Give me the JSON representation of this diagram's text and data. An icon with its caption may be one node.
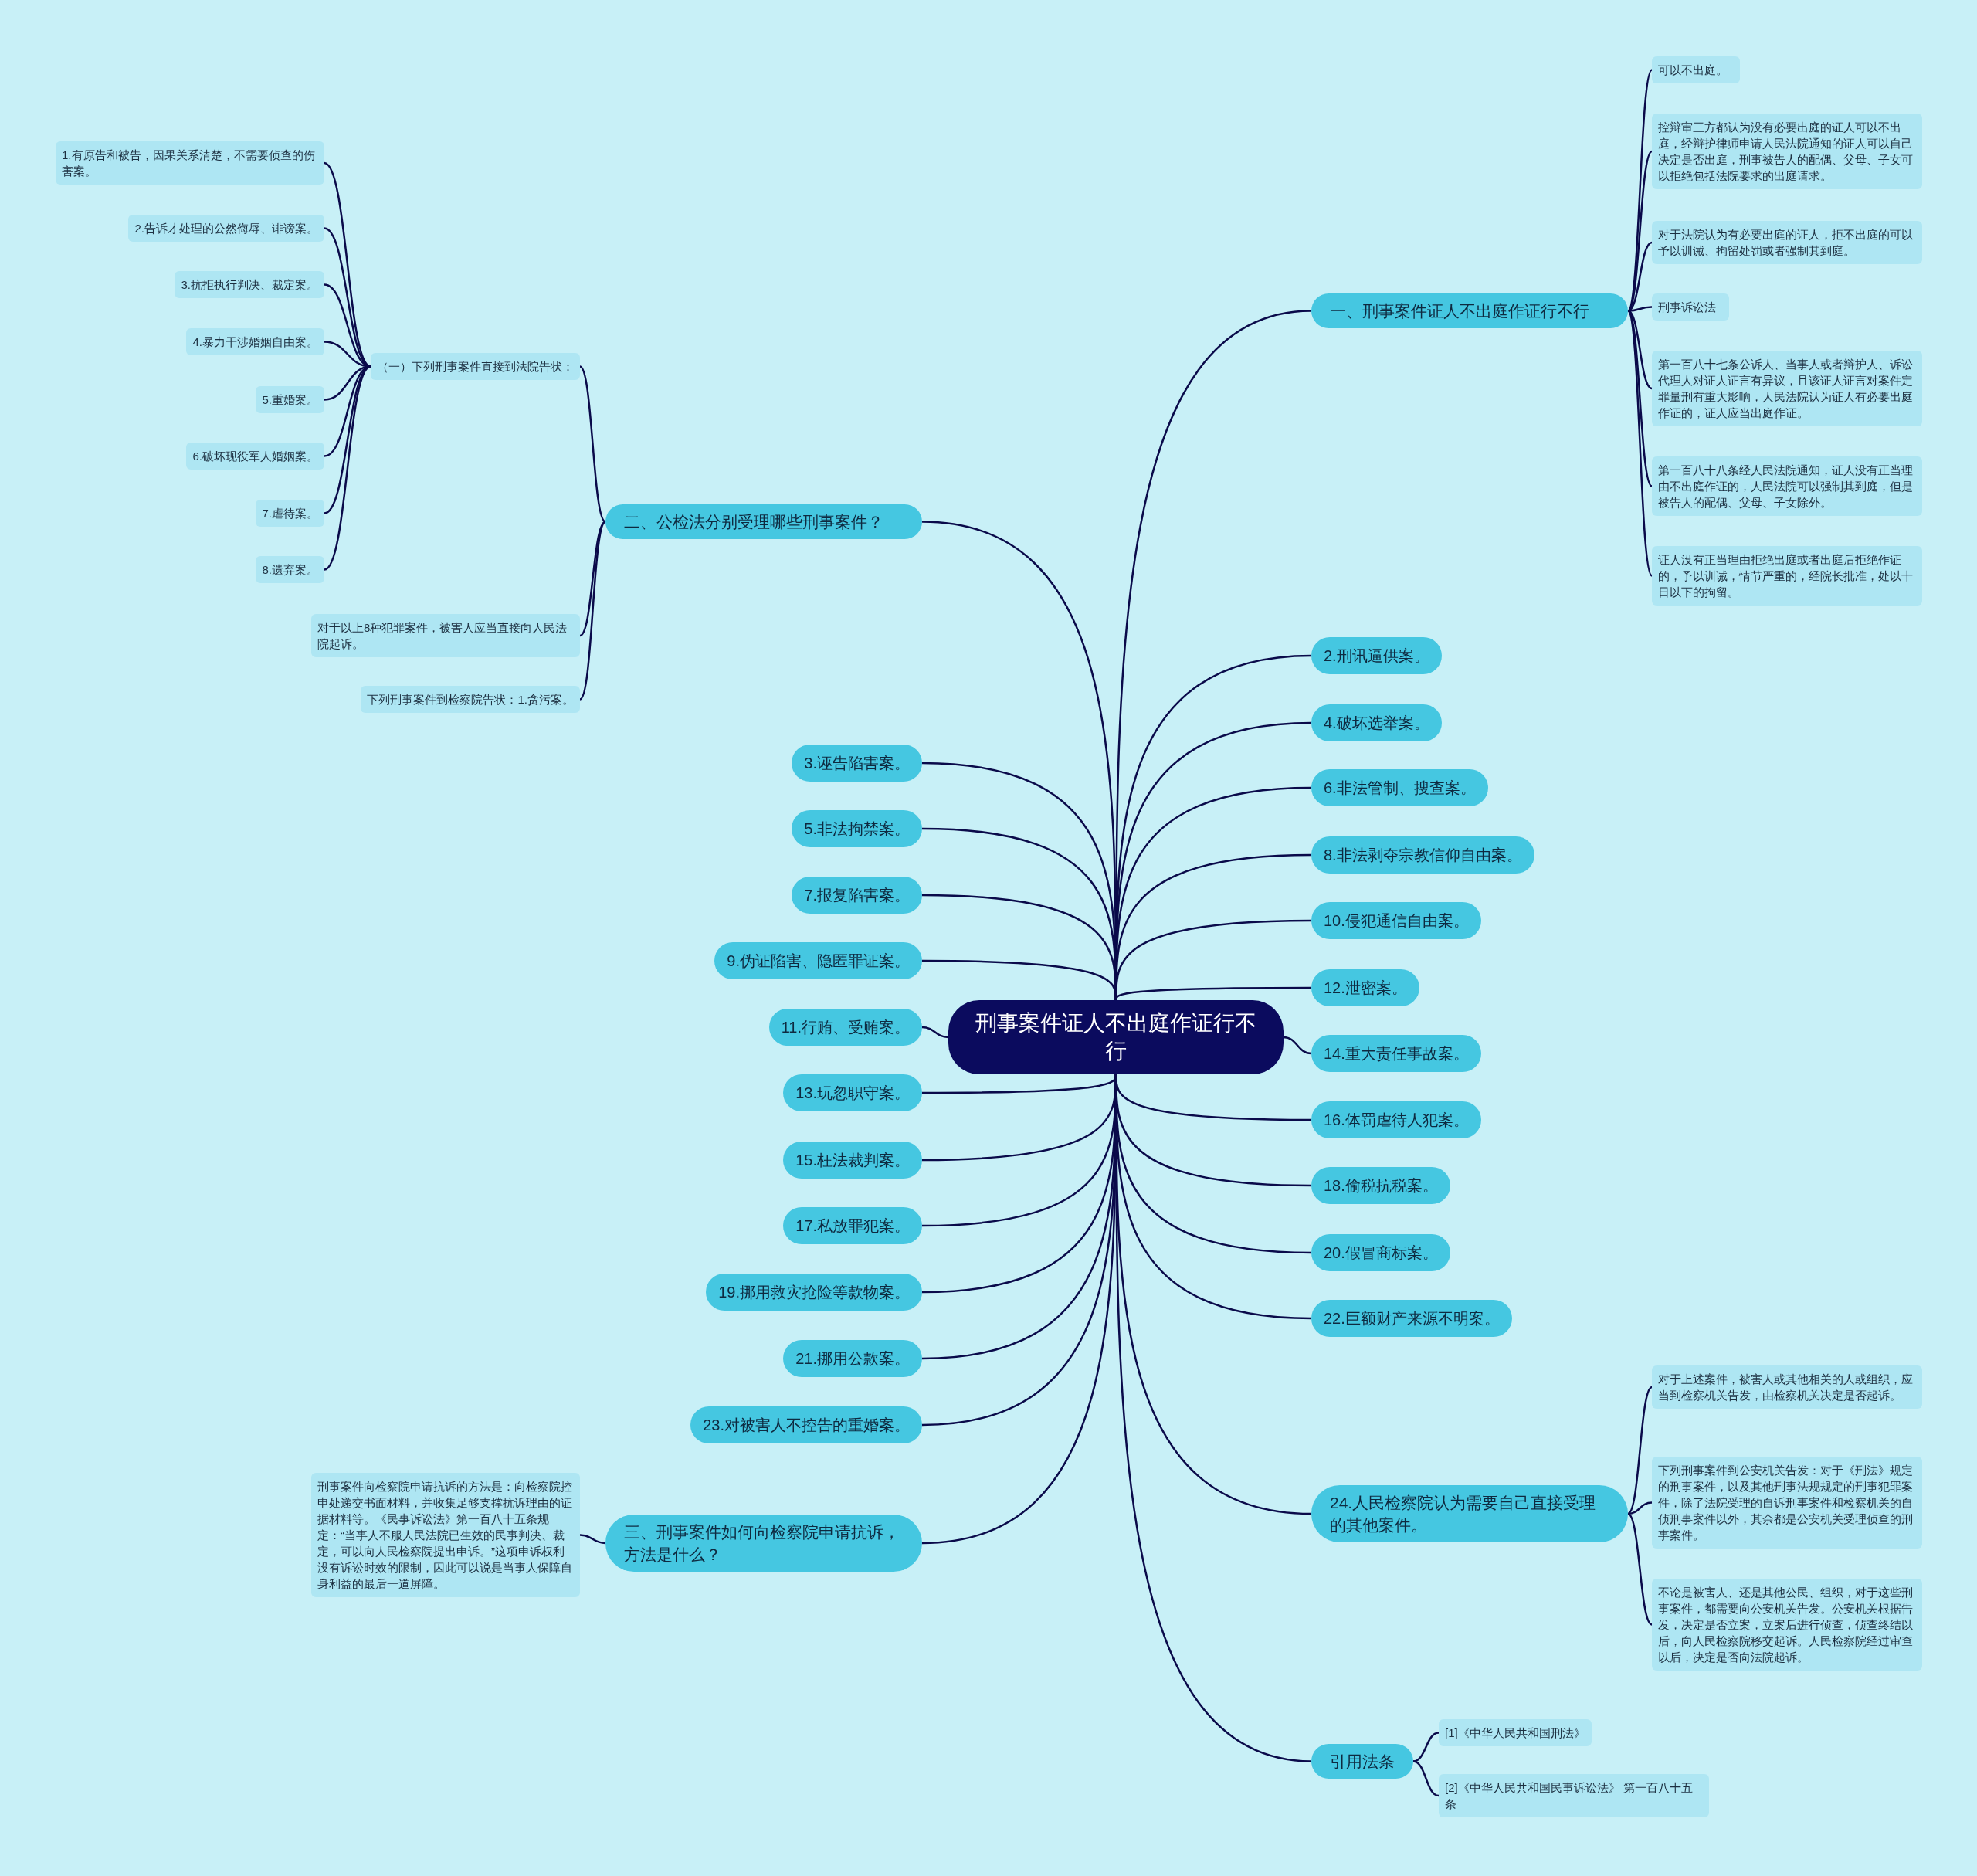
{
  "diagram": {
    "nodes": [
      {
        "text": [
          "刑事案件证人不出庭作证行不行"
        ]
      },
      {
        "text": [
          "一、刑事案件证人不出庭作证行不行"
        ]
      },
      {
        "text": [
          "可以不出庭。"
        ]
      },
      {
        "text": [
          "控辩审三方都认为没有必要出庭的证人可以不出庭，经辩护律师申请人民法院通知的证人可以自己决定是否出庭，刑事被告人的配偶、父母、子女可以拒绝包括法院要求的出庭请求。"
        ]
      },
      {
        "text": [
          "对于法院认为有必要出庭的证人，拒不出庭的可以予以训诫、拘留处罚或者强制其到庭。"
        ]
      },
      {
        "text": [
          "刑事诉讼法"
        ]
      },
      {
        "text": [
          "第一百八十七条公诉人、当事人或者辩护人、诉讼代理人对证人证言有异议，且该证人证言对案件定罪量刑有重大影响，人民法院认为证人有必要出庭作证的，证人应当出庭作证。"
        ]
      },
      {
        "text": [
          "第一百八十八条经人民法院通知，证人没有正当理由不出庭作证的，人民法院可以强制其到庭，但是被告人的配偶、父母、子女除外。"
        ]
      },
      {
        "text": [
          "证人没有正当理由拒绝出庭或者出庭后拒绝作证的，予以训诫，情节严重的，经院长批准，处以十日以下的拘留。"
        ]
      },
      {
        "text": [
          "二、公检法分别受理哪些刑事案件？"
        ]
      },
      {
        "text": [
          "（一）下列刑事案件直接到法院告状："
        ]
      },
      {
        "text": [
          "1.有原告和被告，因果关系清楚，不需要侦查的伤害案。"
        ]
      },
      {
        "text": [
          "2.告诉才处理的公然侮辱、诽谤案。"
        ]
      },
      {
        "text": [
          "3.抗拒执行判决、裁定案。"
        ]
      },
      {
        "text": [
          "4.暴力干涉婚姻自由案。"
        ]
      },
      {
        "text": [
          "5.重婚案。"
        ]
      },
      {
        "text": [
          "6.破坏现役军人婚姻案。"
        ]
      },
      {
        "text": [
          "7.虐待案。"
        ]
      },
      {
        "text": [
          "8.遗弃案。"
        ]
      },
      {
        "text": [
          "对于以上8种犯罪案件，被害人应当直接向人民法院起诉。"
        ]
      },
      {
        "text": [
          "下列刑事案件到检察院告状：1.贪污案。"
        ]
      },
      {
        "text": [
          "2.刑讯逼供案。"
        ]
      },
      {
        "text": [
          "4.破坏选举案。"
        ]
      },
      {
        "text": [
          "6.非法管制、搜查案。"
        ]
      },
      {
        "text": [
          "8.非法剥夺宗教信仰自由案。"
        ]
      },
      {
        "text": [
          "10.侵犯通信自由案。"
        ]
      },
      {
        "text": [
          "12.泄密案。"
        ]
      },
      {
        "text": [
          "14.重大责任事故案。"
        ]
      },
      {
        "text": [
          "16.体罚虐待人犯案。"
        ]
      },
      {
        "text": [
          "18.偷税抗税案。"
        ]
      },
      {
        "text": [
          "20.假冒商标案。"
        ]
      },
      {
        "text": [
          "22.巨额财产来源不明案。"
        ]
      },
      {
        "text": [
          "3.诬告陷害案。"
        ]
      },
      {
        "text": [
          "5.非法拘禁案。"
        ]
      },
      {
        "text": [
          "7.报复陷害案。"
        ]
      },
      {
        "text": [
          "9.伪证陷害、隐匿罪证案。"
        ]
      },
      {
        "text": [
          "11.行贿、受贿案。"
        ]
      },
      {
        "text": [
          "13.玩忽职守案。"
        ]
      },
      {
        "text": [
          "15.枉法裁判案。"
        ]
      },
      {
        "text": [
          "17.私放罪犯案。"
        ]
      },
      {
        "text": [
          "19.挪用救灾抢险等款物案。"
        ]
      },
      {
        "text": [
          "21.挪用公款案。"
        ]
      },
      {
        "text": [
          "23.对被害人不控告的重婚案。"
        ]
      },
      {
        "text": [
          "24.人民检察院认为需要自己直接受理的其他案件。"
        ]
      },
      {
        "text": [
          "对于上述案件，被害人或其他相关的人或组织，应当到检察机关告发，由检察机关决定是否起诉。"
        ]
      },
      {
        "text": [
          "下列刑事案件到公安机关告发：对于《刑法》规定的刑事案件，以及其他刑事法规规定的刑事犯罪案件，除了法院受理的自诉刑事案件和检察机关的自侦刑事案件以外，其余都是公安机关受理侦查的刑事案件。"
        ]
      },
      {
        "text": [
          "不论是被害人、还是其他公民、组织，对于这些刑事案件，都需要向公安机关告发。公安机关根据告发，决定是否立案，立案后进行侦查，侦查终结以后，向人民检察院移交起诉。人民检察院经过审查以后，决定是否向法院起诉。"
        ]
      },
      {
        "text": [
          "三、刑事案件如何向检察院申请抗诉，方法是什么？"
        ]
      },
      {
        "text": [
          "刑事案件向检察院申请抗诉的方法是：向检察院控申处递交书面材料，并收集足够支撑抗诉理由的证据材料等。《民事诉讼法》第一百八十五条规定：“当事人不服人民法院已生效的民事判决、裁定，可以向人民检察院提出申诉。”这项申诉权利没有诉讼时效的限制，因此可以说是当事人保障自身利益的最后一道屏障。"
        ]
      },
      {
        "text": [
          "引用法条"
        ]
      },
      {
        "text": [
          "[1]《中华人民共和国刑法》"
        ]
      },
      {
        "text": [
          "[2]《中华人民共和国民事诉讼法》 第一百八十五条"
        ]
      }
    ],
    "edges": [
      {
        "from": 0,
        "to": 1,
        "arrow": "none"
      },
      {
        "from": 1,
        "to": 2,
        "arrow": "none"
      },
      {
        "from": 1,
        "to": 3,
        "arrow": "none"
      },
      {
        "from": 1,
        "to": 4,
        "arrow": "none"
      },
      {
        "from": 1,
        "to": 5,
        "arrow": "none"
      },
      {
        "from": 1,
        "to": 6,
        "arrow": "none"
      },
      {
        "from": 1,
        "to": 7,
        "arrow": "none"
      },
      {
        "from": 1,
        "to": 8,
        "arrow": "none"
      },
      {
        "from": 0,
        "to": 9,
        "arrow": "none"
      },
      {
        "from": 9,
        "to": 10,
        "arrow": "none"
      },
      {
        "from": 10,
        "to": 11,
        "arrow": "none"
      },
      {
        "from": 10,
        "to": 12,
        "arrow": "none"
      },
      {
        "from": 10,
        "to": 13,
        "arrow": "none"
      },
      {
        "from": 10,
        "to": 14,
        "arrow": "none"
      },
      {
        "from": 10,
        "to": 15,
        "arrow": "none"
      },
      {
        "from": 10,
        "to": 16,
        "arrow": "none"
      },
      {
        "from": 10,
        "to": 17,
        "arrow": "none"
      },
      {
        "from": 10,
        "to": 18,
        "arrow": "none"
      },
      {
        "from": 9,
        "to": 19,
        "arrow": "none"
      },
      {
        "from": 9,
        "to": 20,
        "arrow": "none"
      },
      {
        "from": 0,
        "to": 21,
        "arrow": "none"
      },
      {
        "from": 0,
        "to": 22,
        "arrow": "none"
      },
      {
        "from": 0,
        "to": 23,
        "arrow": "none"
      },
      {
        "from": 0,
        "to": 24,
        "arrow": "none"
      },
      {
        "from": 0,
        "to": 25,
        "arrow": "none"
      },
      {
        "from": 0,
        "to": 26,
        "arrow": "none"
      },
      {
        "from": 0,
        "to": 27,
        "arrow": "none"
      },
      {
        "from": 0,
        "to": 28,
        "arrow": "none"
      },
      {
        "from": 0,
        "to": 29,
        "arrow": "none"
      },
      {
        "from": 0,
        "to": 30,
        "arrow": "none"
      },
      {
        "from": 0,
        "to": 31,
        "arrow": "none"
      },
      {
        "from": 0,
        "to": 32,
        "arrow": "none"
      },
      {
        "from": 0,
        "to": 33,
        "arrow": "none"
      },
      {
        "from": 0,
        "to": 34,
        "arrow": "none"
      },
      {
        "from": 0,
        "to": 35,
        "arrow": "none"
      },
      {
        "from": 0,
        "to": 36,
        "arrow": "none"
      },
      {
        "from": 0,
        "to": 37,
        "arrow": "none"
      },
      {
        "from": 0,
        "to": 38,
        "arrow": "none"
      },
      {
        "from": 0,
        "to": 39,
        "arrow": "none"
      },
      {
        "from": 0,
        "to": 40,
        "arrow": "none"
      },
      {
        "from": 0,
        "to": 41,
        "arrow": "none"
      },
      {
        "from": 0,
        "to": 42,
        "arrow": "none"
      },
      {
        "from": 0,
        "to": 43,
        "arrow": "none"
      },
      {
        "from": 43,
        "to": 44,
        "arrow": "none"
      },
      {
        "from": 43,
        "to": 45,
        "arrow": "none"
      },
      {
        "from": 43,
        "to": 46,
        "arrow": "none"
      },
      {
        "from": 0,
        "to": 47,
        "arrow": "none"
      },
      {
        "from": 47,
        "to": 48,
        "arrow": "none"
      },
      {
        "from": 0,
        "to": 49,
        "arrow": "none"
      },
      {
        "from": 49,
        "to": 50,
        "arrow": "none"
      },
      {
        "from": 49,
        "to": 51,
        "arrow": "none"
      }
    ]
  }
}
